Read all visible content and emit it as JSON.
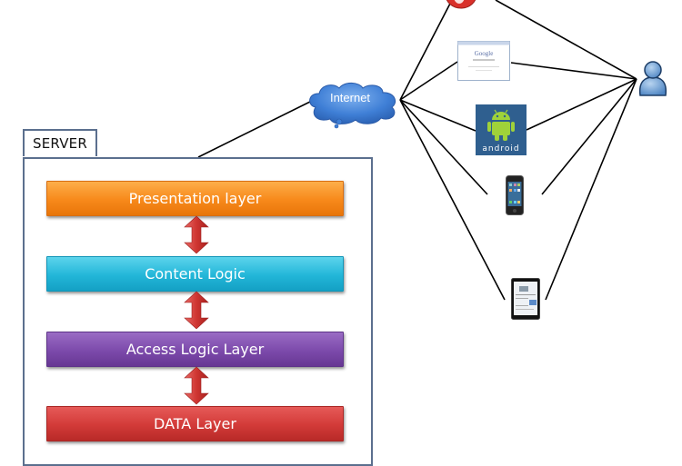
{
  "server": {
    "label": "SERVER",
    "layers": [
      {
        "label": "Presentation layer",
        "color": "#f7891a"
      },
      {
        "label": "Content Logic",
        "color": "#22b6d8"
      },
      {
        "label": "Access Logic Layer",
        "color": "#7c4aab"
      },
      {
        "label": "DATA Layer",
        "color": "#d23a38"
      }
    ],
    "connectors": [
      "bidirectional",
      "bidirectional",
      "bidirectional"
    ]
  },
  "network": {
    "label": "Internet",
    "color": "#3f7fd6"
  },
  "clients": [
    {
      "name": "browser",
      "icon": "opera-browser-icon"
    },
    {
      "name": "web-browser",
      "icon": "google-browser-window-icon",
      "text": "Google"
    },
    {
      "name": "android",
      "icon": "android-icon",
      "text": "android"
    },
    {
      "name": "iphone",
      "icon": "iphone-icon"
    },
    {
      "name": "ipad",
      "icon": "ipad-icon"
    }
  ],
  "user": {
    "icon": "user-icon",
    "color": "#6aa0d8"
  }
}
